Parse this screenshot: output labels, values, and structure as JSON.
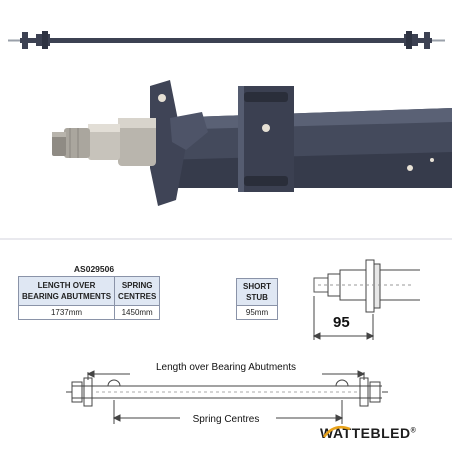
{
  "product": {
    "code": "AS029506"
  },
  "main_table": {
    "headers": [
      "LENGTH OVER\nBEARING ABUTMENTS",
      "SPRING\nCENTRES"
    ],
    "values": [
      "1737mm",
      "1450mm"
    ]
  },
  "stub_table": {
    "header": "SHORT\nSTUB",
    "value": "95mm"
  },
  "stub_diagram": {
    "measurement": "95"
  },
  "axle_diagram": {
    "length_label": "Length over Bearing Abutments",
    "spring_label": "Spring Centres"
  },
  "brand": {
    "name": "WATTEBLED",
    "registered": "®"
  },
  "colors": {
    "axle_steel": "#3c4152",
    "hub_steel": "#b9b5ad",
    "table_header": "#dfe7f3",
    "table_border": "#8a93a8",
    "logo_accent": "#e8a21a"
  }
}
